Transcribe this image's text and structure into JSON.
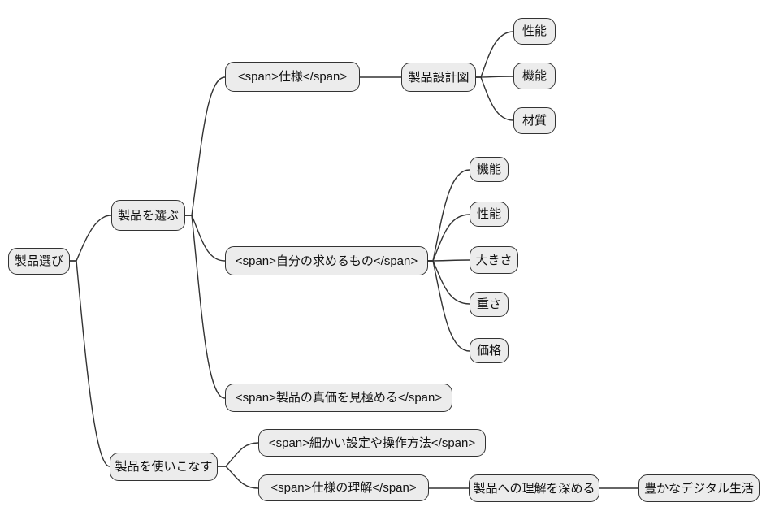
{
  "diagram": {
    "type": "mindmap",
    "colors": {
      "node_fill": "#ececec",
      "node_border": "#333333",
      "edge": "#333333",
      "background": "#ffffff"
    },
    "nodes": {
      "root": {
        "label": "製品選び"
      },
      "choose": {
        "label": "製品を選ぶ"
      },
      "specs": {
        "label": "<span>仕様</span>"
      },
      "blueprint": {
        "label": "製品設計図"
      },
      "perf1": {
        "label": "性能"
      },
      "func1": {
        "label": "機能"
      },
      "material": {
        "label": "材質"
      },
      "wants": {
        "label": "<span>自分の求めるもの</span>"
      },
      "func2": {
        "label": "機能"
      },
      "perf2": {
        "label": "性能"
      },
      "size": {
        "label": "大きさ"
      },
      "weight": {
        "label": "重さ"
      },
      "price": {
        "label": "価格"
      },
      "value": {
        "label": "<span>製品の真価を見極める</span>"
      },
      "master": {
        "label": "製品を使いこなす"
      },
      "settings": {
        "label": "<span>細かい設定や操作方法</span>"
      },
      "understand": {
        "label": "<span>仕様の理解</span>"
      },
      "deepen": {
        "label": "製品への理解を深める"
      },
      "life": {
        "label": "豊かなデジタル生活"
      }
    },
    "edges": [
      {
        "from": "root",
        "to": "choose"
      },
      {
        "from": "root",
        "to": "master"
      },
      {
        "from": "choose",
        "to": "specs"
      },
      {
        "from": "choose",
        "to": "wants"
      },
      {
        "from": "choose",
        "to": "value"
      },
      {
        "from": "specs",
        "to": "blueprint"
      },
      {
        "from": "blueprint",
        "to": "perf1"
      },
      {
        "from": "blueprint",
        "to": "func1"
      },
      {
        "from": "blueprint",
        "to": "material"
      },
      {
        "from": "wants",
        "to": "func2"
      },
      {
        "from": "wants",
        "to": "perf2"
      },
      {
        "from": "wants",
        "to": "size"
      },
      {
        "from": "wants",
        "to": "weight"
      },
      {
        "from": "wants",
        "to": "price"
      },
      {
        "from": "master",
        "to": "settings"
      },
      {
        "from": "master",
        "to": "understand"
      },
      {
        "from": "understand",
        "to": "deepen"
      },
      {
        "from": "deepen",
        "to": "life"
      }
    ]
  }
}
